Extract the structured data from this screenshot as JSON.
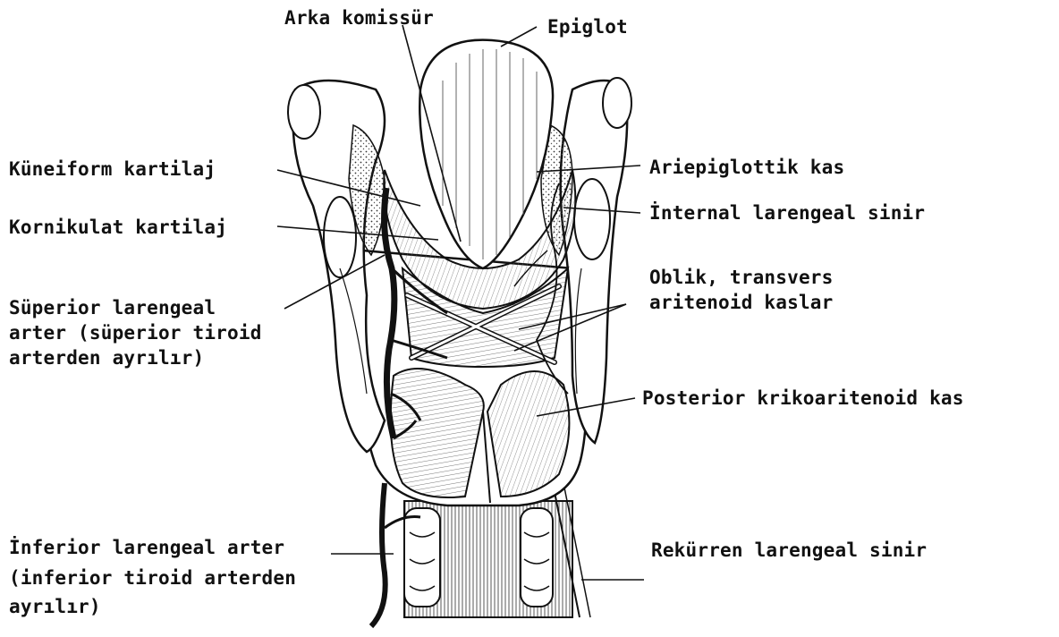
{
  "labels": {
    "arka_komissur": "Arka komissür",
    "epiglot": "Epiglot",
    "kuneiform": "Küneiform kartilaj",
    "kornikulat": "Kornikulat kartilaj",
    "superior_arter": [
      "Süperior larengeal",
      "arter (süperior tiroid",
      "arterden ayrılır)"
    ],
    "ariepiglottik": "Ariepiglottik kas",
    "internal_sinir": "İnternal larengeal sinir",
    "oblik": [
      "Oblik, transvers",
      "aritenoid kaslar"
    ],
    "posterior_krikoaritenoid": "Posterior krikoaritenoid kas",
    "inferior_arter": [
      "İnferior larengeal arter",
      "(inferior tiroid arterden",
      "ayrılır)"
    ],
    "rekurren_sinir": "Rekürren larengeal sinir"
  },
  "colors": {
    "ink": "#111111",
    "shade": "#444444",
    "background": "#ffffff"
  }
}
